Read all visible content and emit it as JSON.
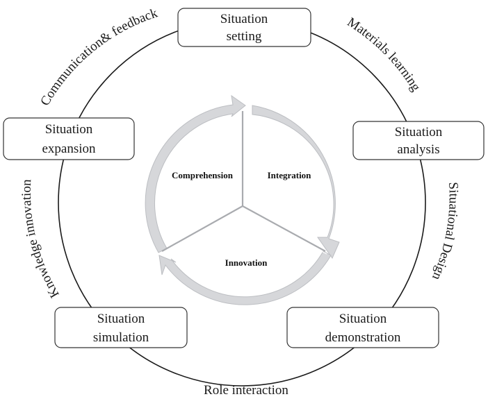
{
  "stages": [
    {
      "id": "setting",
      "line1": "Situation",
      "line2": "setting"
    },
    {
      "id": "analysis",
      "line1": "Situation",
      "line2": "analysis"
    },
    {
      "id": "demonstration",
      "line1": "Situation",
      "line2": "demonstration"
    },
    {
      "id": "simulation",
      "line1": "Situation",
      "line2": "simulation"
    },
    {
      "id": "expansion",
      "line1": "Situation",
      "line2": "expansion"
    }
  ],
  "transitions": [
    {
      "id": "materials-learning",
      "label": "Materials learning"
    },
    {
      "id": "situational-design",
      "label": "Situational Design"
    },
    {
      "id": "role-interaction",
      "label": "Role interaction"
    },
    {
      "id": "knowledge-innovation",
      "label": "Knowledge innovation"
    },
    {
      "id": "communication-feedback",
      "label": "Communication& feedback"
    }
  ],
  "core_cycle": [
    {
      "id": "comprehension",
      "label": "Comprehension"
    },
    {
      "id": "integration",
      "label": "Integration"
    },
    {
      "id": "innovation",
      "label": "Innovation"
    }
  ],
  "colors": {
    "outer_ring": "#1a1a1a",
    "box_border": "#333333",
    "inner_arrow": "#d4d5d8",
    "inner_arrow_edge": "#b9bbbf",
    "divider": "#a9abaf"
  }
}
